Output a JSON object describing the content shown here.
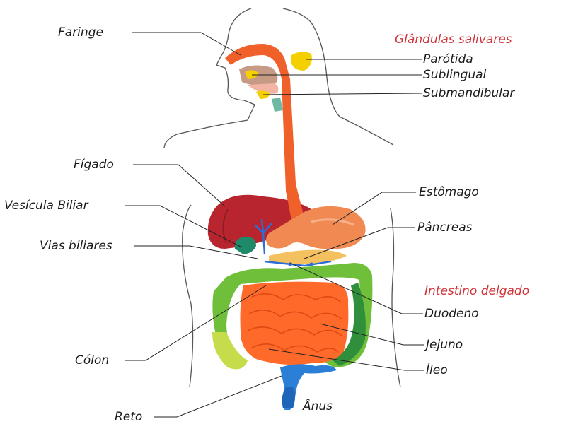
{
  "labels": {
    "faringe": "Faringe",
    "glandulas_salivares": "Glândulas salivares",
    "parotida": "Parótida",
    "sublingual": "Sublingual",
    "submandibular": "Submandibular",
    "figado": "Fígado",
    "vesicula_biliar": "Vesícula Biliar",
    "vias_biliares": "Vias biliares",
    "estomago": "Estômago",
    "pancreas": "Pâncreas",
    "intestino_delgado": "Intestino delgado",
    "duodeno": "Duodeno",
    "colon": "Cólon",
    "jejuno": "Jejuno",
    "ileo": "Íleo",
    "reto": "Reto",
    "anus": "Ânus"
  },
  "colors": {
    "section_title": "#d0343a",
    "esophagus": "#f0602a",
    "liver": "#b8252e",
    "stomach": "#f08a52",
    "small_intestine": "#ff6a2a",
    "colon": "#6fbf3a",
    "rectum": "#2b7fd6",
    "salivary_gland": "#f5d000",
    "gallbladder": "#1f8a6a"
  }
}
